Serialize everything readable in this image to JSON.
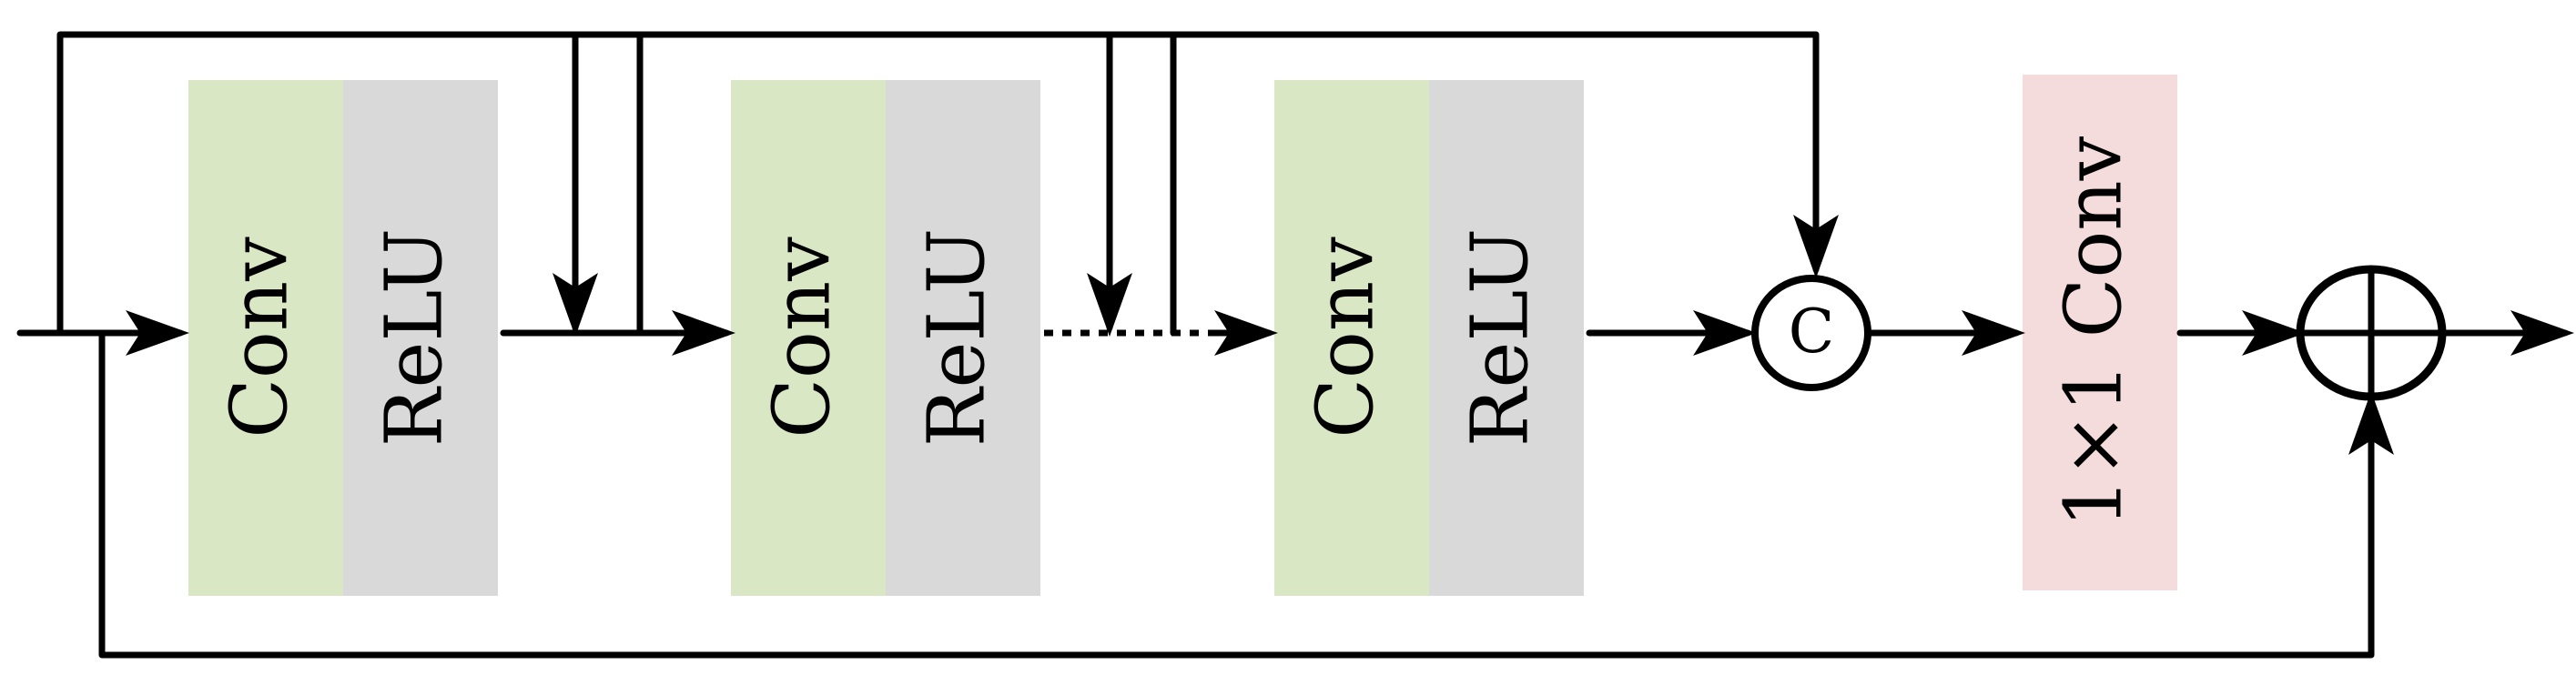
{
  "colors": {
    "conv": "#d9e7c5",
    "relu": "#d9d9d9",
    "conv1x1": "#f3dcdb",
    "line": "#000000"
  },
  "blocks": [
    {
      "conv_label": "Conv",
      "relu_label": "ReLU"
    },
    {
      "conv_label": "Conv",
      "relu_label": "ReLU"
    },
    {
      "conv_label": "Conv",
      "relu_label": "ReLU"
    }
  ],
  "concat": {
    "label": "C"
  },
  "fusion": {
    "label": "1×1 Conv"
  },
  "add": {
    "icon": "plus-icon"
  }
}
